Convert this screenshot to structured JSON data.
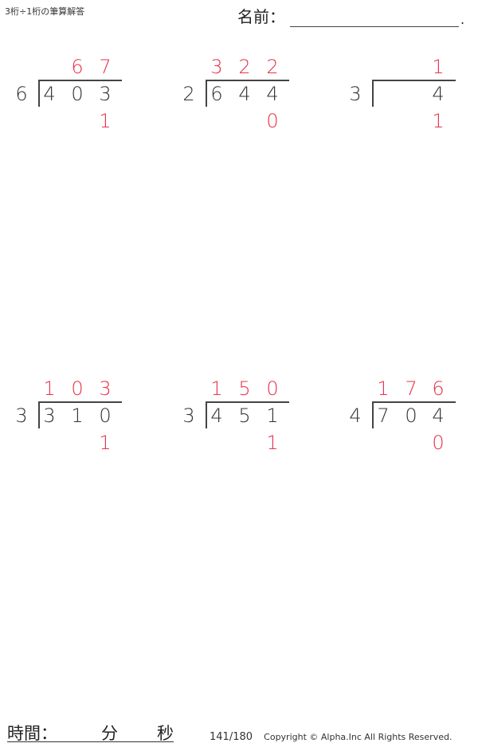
{
  "header": {
    "title": "3桁÷1桁の筆算解答",
    "name_label": "名前：",
    "name_end": "."
  },
  "colors": {
    "answer": "#e8334a",
    "text": "#333333"
  },
  "problems": [
    {
      "divisor": "6",
      "dividend": [
        "4",
        "0",
        "3"
      ],
      "quotient": [
        "",
        "6",
        "7"
      ],
      "remainder": "1"
    },
    {
      "divisor": "2",
      "dividend": [
        "6",
        "4",
        "4"
      ],
      "quotient": [
        "3",
        "2",
        "2"
      ],
      "remainder": "0"
    },
    {
      "divisor": "3",
      "dividend": [
        "",
        "",
        "4"
      ],
      "quotient": [
        "",
        "",
        "1"
      ],
      "remainder": "1"
    },
    {
      "divisor": "3",
      "dividend": [
        "3",
        "1",
        "0"
      ],
      "quotient": [
        "1",
        "0",
        "3"
      ],
      "remainder": "1"
    },
    {
      "divisor": "3",
      "dividend": [
        "4",
        "5",
        "1"
      ],
      "quotient": [
        "1",
        "5",
        "0"
      ],
      "remainder": "1"
    },
    {
      "divisor": "4",
      "dividend": [
        "7",
        "0",
        "4"
      ],
      "quotient": [
        "1",
        "7",
        "6"
      ],
      "remainder": "0"
    }
  ],
  "footer": {
    "time_label": "時間：",
    "minutes_label": "分",
    "seconds_label": "秒",
    "page": "141/180",
    "copyright": "Copyright © Alpha.Inc All Rights Reserved."
  }
}
